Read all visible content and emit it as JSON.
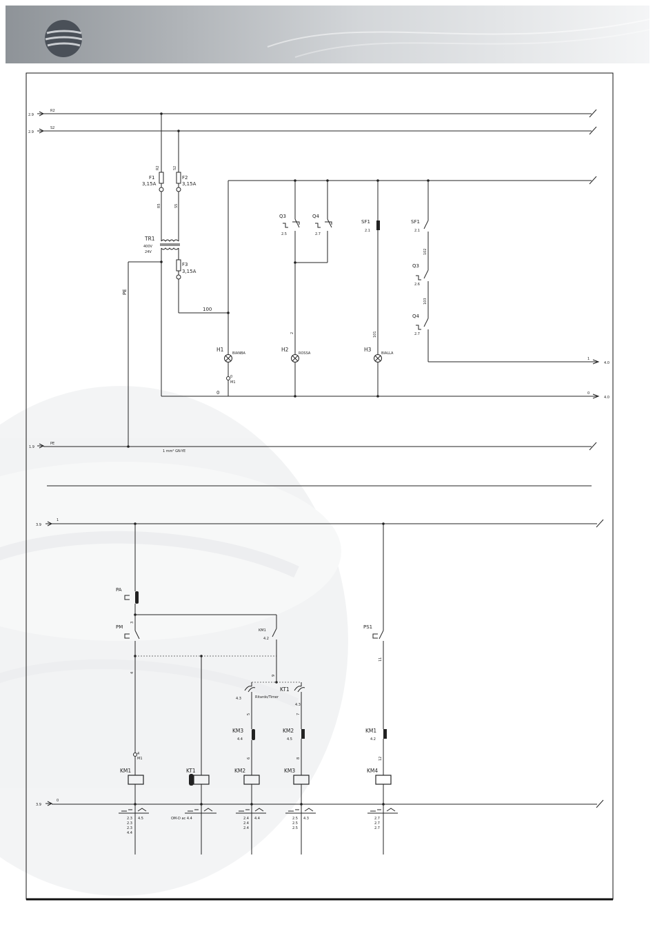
{
  "colors": {
    "header_gradient_start": "#8e9398",
    "header_gradient_end": "#f4f5f6",
    "logo": "#4a5058",
    "wire": "#222222"
  },
  "refs": {
    "r_in": "2.9",
    "s_in": "2.9",
    "pe_in": "1.9",
    "line1_in": "3.9",
    "line0_in": "3.9",
    "out1": "4.0",
    "out0": "4.0"
  },
  "top": {
    "bus_r": "R2",
    "bus_s": "S2",
    "bus_pe": "PE",
    "f1": "F1",
    "f1_rating": "3,15A",
    "f1_in": "R2",
    "f1_out": "R5",
    "f2": "F2",
    "f2_rating": "3,15A",
    "f2_in": "S2",
    "f2_out": "S5",
    "tr1": "TR1",
    "tr1_primary": "400V",
    "tr1_secondary": "24V",
    "f3": "F3",
    "f3_rating": "3,15A",
    "pe_label": "PE",
    "w100": "100",
    "w0": "0",
    "w2": "2",
    "w101": "101",
    "w102": "102",
    "w103": "103",
    "q3": "Q3",
    "q3_ref": "2.5",
    "q4": "Q4",
    "q4_ref": "2.7",
    "sf1_a": "SF1",
    "sf1_a_ref": "2.1",
    "sf1_b": "SF1",
    "sf1_b_ref": "2.1",
    "q3b": "Q3",
    "q3b_ref": "2.6",
    "q4b": "Q4",
    "q4b_ref": "2.7",
    "h1": "H1",
    "h1_color": "BIANBA",
    "h1_term": "M1",
    "h1_term0": "0",
    "h2": "H2",
    "h2_color": "ROSSA",
    "h3": "H3",
    "h3_color": "BIALLA",
    "out_wire1": "1",
    "out_wire0": "0",
    "pe_spec": "1 mm² GN-YE"
  },
  "bottom": {
    "bus_1": "1",
    "bus_0": "0",
    "pa": "PA",
    "pm": "PM",
    "w3": "3",
    "w4": "4",
    "w5": "5",
    "w6": "6",
    "w7": "7",
    "w8": "8",
    "w9": "9",
    "w11": "11",
    "w12": "12",
    "km1_contact": "KM1",
    "km1_contact_ref": "4.2",
    "kt1": "KT1",
    "kt1_note": "Ritardo/Timer",
    "kt1_ref_l": "4.3",
    "kt1_ref_r": "4.3",
    "km3_contact": "KM3",
    "km3_contact_ref": "4.4",
    "km2_contact": "KM2",
    "km2_contact_ref": "4.5",
    "km1b_contact": "KM1",
    "km1b_contact_ref": "4.2",
    "ps1": "PS1",
    "m1_term": "M1",
    "m1_term_num": "4",
    "coil_km1": "KM1",
    "coil_kt1": "KT1",
    "coil_km2": "KM2",
    "coil_km3": "KM3",
    "coil_km4": "KM4",
    "xref_km1_left": [
      "2.3",
      "2.3",
      "2.3",
      "4.4"
    ],
    "xref_km1_right": "4.5",
    "xref_kt1": "OM-D ac 4.4",
    "xref_km2_left": [
      "2.4",
      "2.4",
      "2.4"
    ],
    "xref_km2_right": "4.4",
    "xref_km3_left": [
      "2.5",
      "2.5",
      "2.5"
    ],
    "xref_km3_right": "4.3",
    "xref_km4_left": [
      "2.7",
      "2.7",
      "2.7"
    ]
  }
}
